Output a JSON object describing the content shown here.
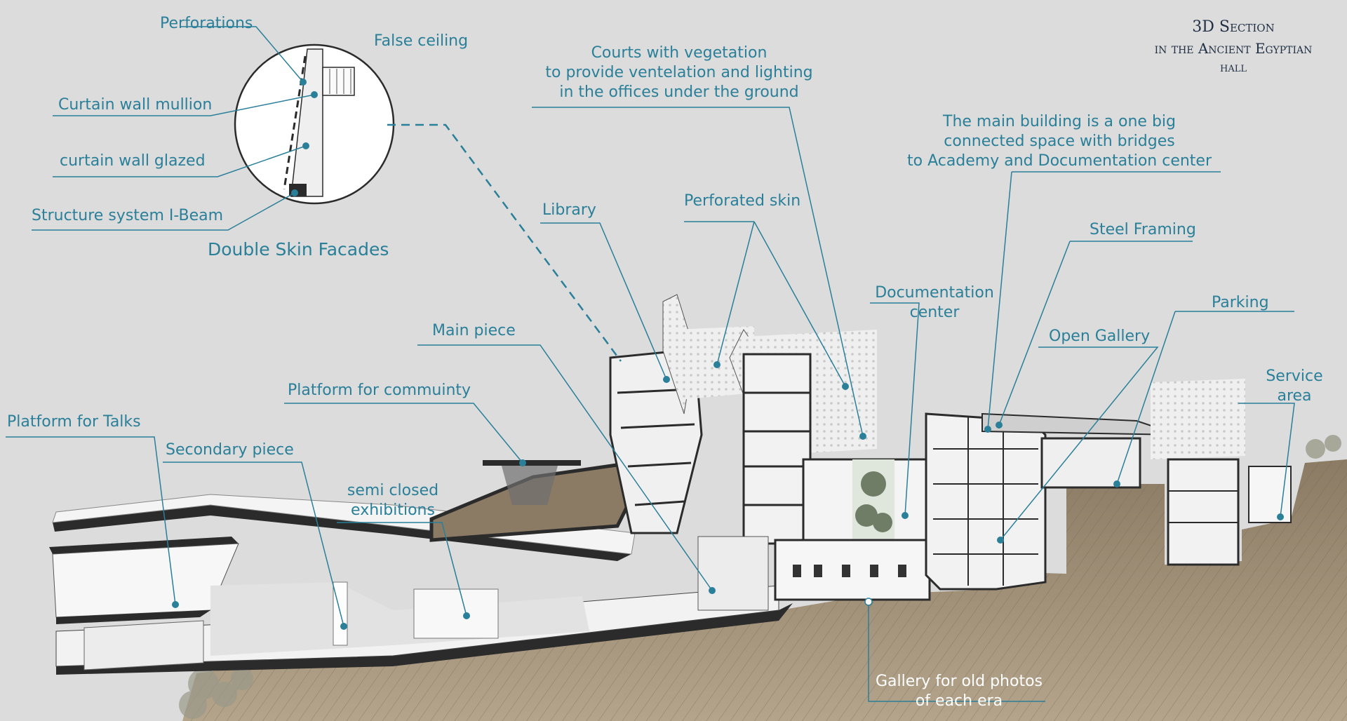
{
  "title": {
    "line1": "3D Section",
    "line2": "in the Ancient Egyptian",
    "line3": "hall"
  },
  "detail": {
    "perforations": "Perforations",
    "false_ceiling": "False ceiling",
    "mullion": "Curtain wall mullion",
    "glazed": "curtain wall glazed",
    "ibeam": "Structure system I-Beam",
    "caption": "Double Skin Facades"
  },
  "labels": {
    "courts_1": "Courts with vegetation",
    "courts_2": "to provide ventelation and lighting",
    "courts_3": "in the offices under the ground",
    "main_bldg_1": "The main building is a one big",
    "main_bldg_2": "connected space with bridges",
    "main_bldg_3": "to Academy and Documentation center",
    "library": "Library",
    "perforated_skin": "Perforated skin",
    "steel_framing": "Steel Framing",
    "documentation_1": "Documentation",
    "documentation_2": "center",
    "parking": "Parking",
    "open_gallery": "Open Gallery",
    "service_1": "Service",
    "service_2": "area",
    "main_piece": "Main piece",
    "platform_community": "Platform for commuinty",
    "platform_talks": "Platform for Talks",
    "secondary_piece": "Secondary piece",
    "semi_closed_1": "semi closed",
    "semi_closed_2": "exhibitions",
    "gallery_photos_1": "Gallery for old photos",
    "gallery_photos_2": "of each era"
  },
  "colors": {
    "background": "#dcdcdc",
    "annotation": "#2a7f99",
    "title": "#1f2f44",
    "ground": "#8a7a66",
    "structure": "#2b2b2b"
  }
}
